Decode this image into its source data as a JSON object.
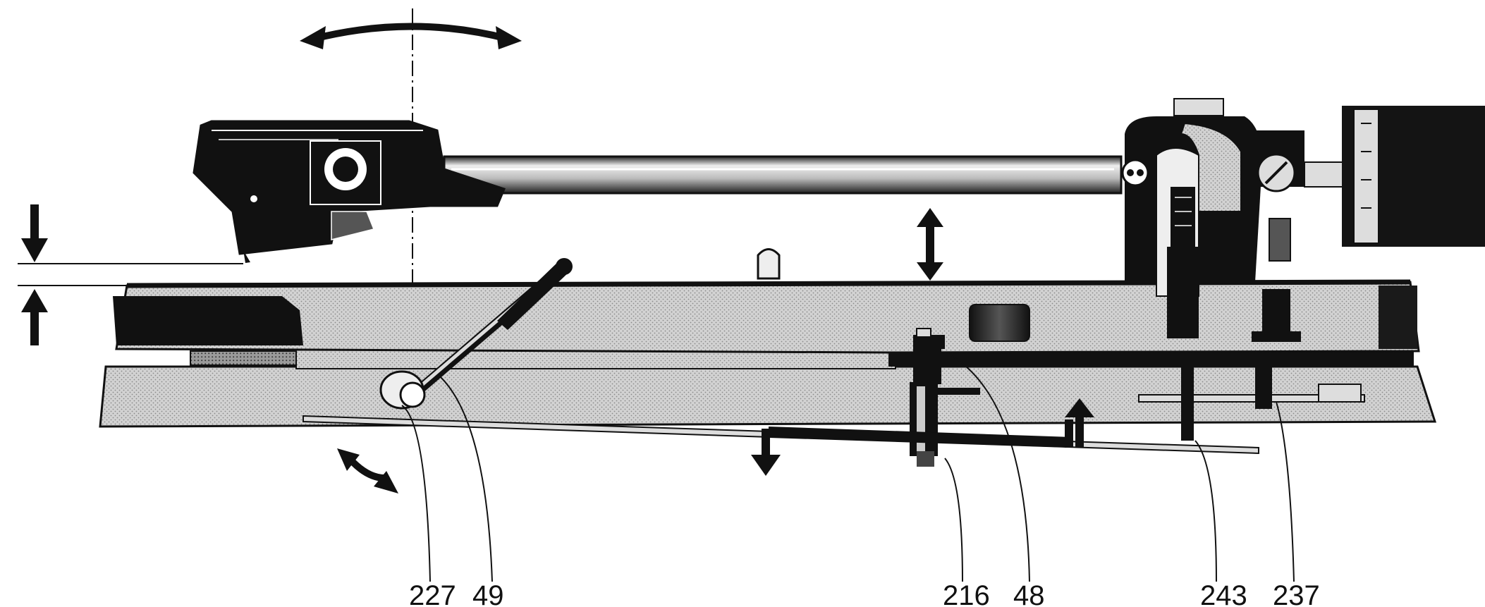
{
  "diagram": {
    "colors": {
      "ink": "#111111",
      "grey_fill": "#c9c9c9",
      "light_grey": "#e4e4e4",
      "background": "#ffffff"
    },
    "callouts": [
      {
        "id": "c227",
        "text": "227"
      },
      {
        "id": "c49",
        "text": "49"
      },
      {
        "id": "c216",
        "text": "216"
      },
      {
        "id": "c48",
        "text": "48"
      },
      {
        "id": "c243",
        "text": "243"
      },
      {
        "id": "c237",
        "text": "237"
      }
    ],
    "arrow_icons": [
      "curved-double-arrow-top",
      "vertical-double-arrow-center",
      "down-arrow-left",
      "up-arrow-left",
      "curved-double-arrow-bottom-left",
      "down-arrow-lever",
      "up-arrow-lever"
    ]
  }
}
